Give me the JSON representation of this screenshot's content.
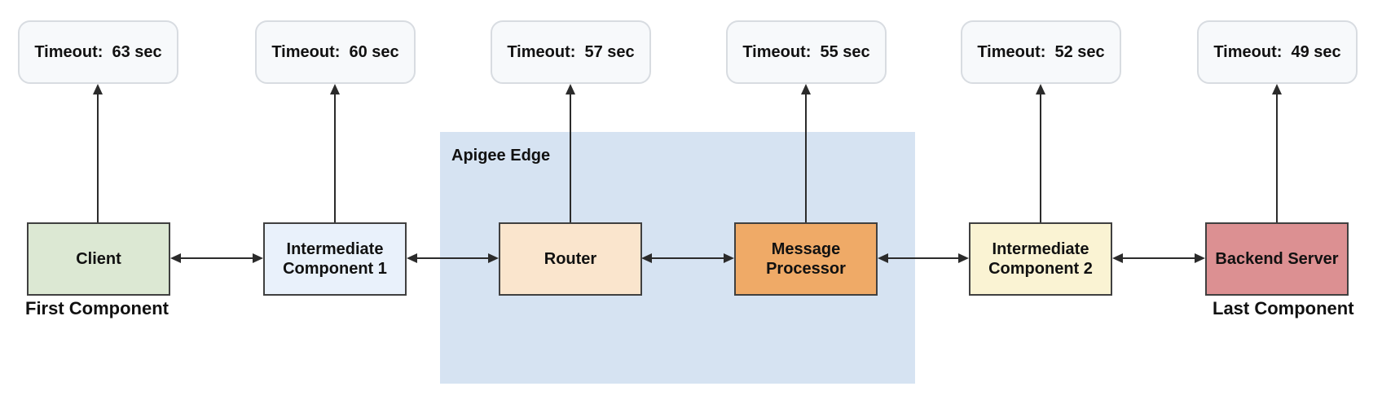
{
  "region": {
    "label": "Apigee Edge",
    "fill": "#d6e3f2"
  },
  "components": [
    {
      "name": "Client",
      "fill": "#dce8d3",
      "timeout_label": "Timeout:  63 sec",
      "timeout_seconds": 63,
      "caption": "First Component",
      "in_region": false
    },
    {
      "name": "Intermediate Component 1",
      "fill": "#e9f1fb",
      "timeout_label": "Timeout:  60 sec",
      "timeout_seconds": 60,
      "in_region": false
    },
    {
      "name": "Router",
      "fill": "#fae5cd",
      "timeout_label": "Timeout:  57 sec",
      "timeout_seconds": 57,
      "in_region": true
    },
    {
      "name": "Message Processor",
      "fill": "#efaa67",
      "timeout_label": "Timeout:  55 sec",
      "timeout_seconds": 55,
      "in_region": true
    },
    {
      "name": "Intermediate Component 2",
      "fill": "#faf3d3",
      "timeout_label": "Timeout:  52 sec",
      "timeout_seconds": 52,
      "in_region": false
    },
    {
      "name": "Backend Server",
      "fill": "#dc9092",
      "timeout_label": "Timeout:  49 sec",
      "timeout_seconds": 49,
      "caption": "Last Component",
      "in_region": false
    }
  ],
  "colors": {
    "arrow": "#2b2b2b",
    "component_border": "#404040",
    "timeout_box_fill": "#f7f9fb",
    "timeout_box_border": "#d8dce1",
    "region_fill": "#d6e3f2",
    "text": "#111111",
    "background": "#ffffff"
  }
}
